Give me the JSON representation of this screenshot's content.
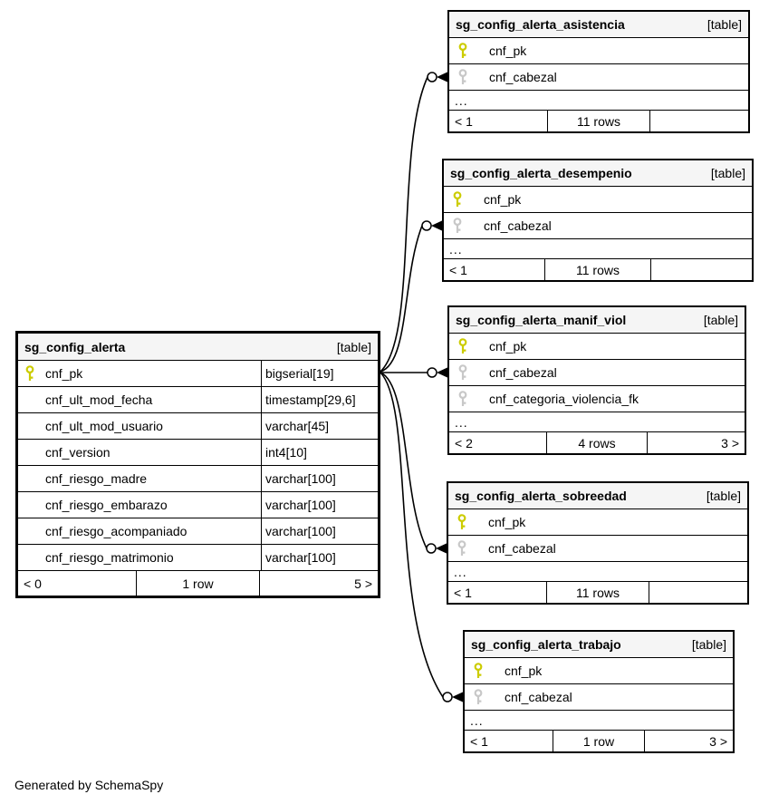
{
  "page": {
    "footer_note": "Generated by SchemaSpy"
  },
  "colors": {
    "primary_key_icon": "#cccc00",
    "foreign_key_icon": "#c8c8c8",
    "table_header_bg": "#f5f5f5",
    "table_border": "#000000",
    "background": "#ffffff"
  },
  "main_table": {
    "title": "sg_config_alerta",
    "badge": "[table]",
    "columns": [
      {
        "name": "cnf_pk",
        "type": "bigserial[19]",
        "key": "primary"
      },
      {
        "name": "cnf_ult_mod_fecha",
        "type": "timestamp[29,6]",
        "key": "none"
      },
      {
        "name": "cnf_ult_mod_usuario",
        "type": "varchar[45]",
        "key": "none"
      },
      {
        "name": "cnf_version",
        "type": "int4[10]",
        "key": "none"
      },
      {
        "name": "cnf_riesgo_madre",
        "type": "varchar[100]",
        "key": "none"
      },
      {
        "name": "cnf_riesgo_embarazo",
        "type": "varchar[100]",
        "key": "none"
      },
      {
        "name": "cnf_riesgo_acompaniado",
        "type": "varchar[100]",
        "key": "none"
      },
      {
        "name": "cnf_riesgo_matrimonio",
        "type": "varchar[100]",
        "key": "none"
      }
    ],
    "footer": {
      "left": "< 0",
      "center": "1 row",
      "right": "5 >"
    }
  },
  "related_tables": [
    {
      "title": "sg_config_alerta_asistencia",
      "badge": "[table]",
      "columns": [
        {
          "name": "cnf_pk",
          "key": "primary"
        },
        {
          "name": "cnf_cabezal",
          "key": "foreign"
        }
      ],
      "ellipsis": "...",
      "footer": {
        "left": "< 1",
        "center": "11 rows",
        "right": ""
      }
    },
    {
      "title": "sg_config_alerta_desempenio",
      "badge": "[table]",
      "columns": [
        {
          "name": "cnf_pk",
          "key": "primary"
        },
        {
          "name": "cnf_cabezal",
          "key": "foreign"
        }
      ],
      "ellipsis": "...",
      "footer": {
        "left": "< 1",
        "center": "11 rows",
        "right": ""
      }
    },
    {
      "title": "sg_config_alerta_manif_viol",
      "badge": "[table]",
      "columns": [
        {
          "name": "cnf_pk",
          "key": "primary"
        },
        {
          "name": "cnf_cabezal",
          "key": "foreign"
        },
        {
          "name": "cnf_categoria_violencia_fk",
          "key": "foreign"
        }
      ],
      "ellipsis": "...",
      "footer": {
        "left": "< 2",
        "center": "4 rows",
        "right": "3 >"
      }
    },
    {
      "title": "sg_config_alerta_sobreedad",
      "badge": "[table]",
      "columns": [
        {
          "name": "cnf_pk",
          "key": "primary"
        },
        {
          "name": "cnf_cabezal",
          "key": "foreign"
        }
      ],
      "ellipsis": "...",
      "footer": {
        "left": "< 1",
        "center": "11 rows",
        "right": ""
      }
    },
    {
      "title": "sg_config_alerta_trabajo",
      "badge": "[table]",
      "columns": [
        {
          "name": "cnf_pk",
          "key": "primary"
        },
        {
          "name": "cnf_cabezal",
          "key": "foreign"
        }
      ],
      "ellipsis": "...",
      "footer": {
        "left": "< 1",
        "center": "1 row",
        "right": "3 >"
      }
    }
  ],
  "relationships": [
    {
      "from": "sg_config_alerta.cnf_pk",
      "to": "sg_config_alerta_asistencia.cnf_cabezal"
    },
    {
      "from": "sg_config_alerta.cnf_pk",
      "to": "sg_config_alerta_desempenio.cnf_cabezal"
    },
    {
      "from": "sg_config_alerta.cnf_pk",
      "to": "sg_config_alerta_manif_viol.cnf_cabezal"
    },
    {
      "from": "sg_config_alerta.cnf_pk",
      "to": "sg_config_alerta_sobreedad.cnf_cabezal"
    },
    {
      "from": "sg_config_alerta.cnf_pk",
      "to": "sg_config_alerta_trabajo.cnf_cabezal"
    }
  ]
}
